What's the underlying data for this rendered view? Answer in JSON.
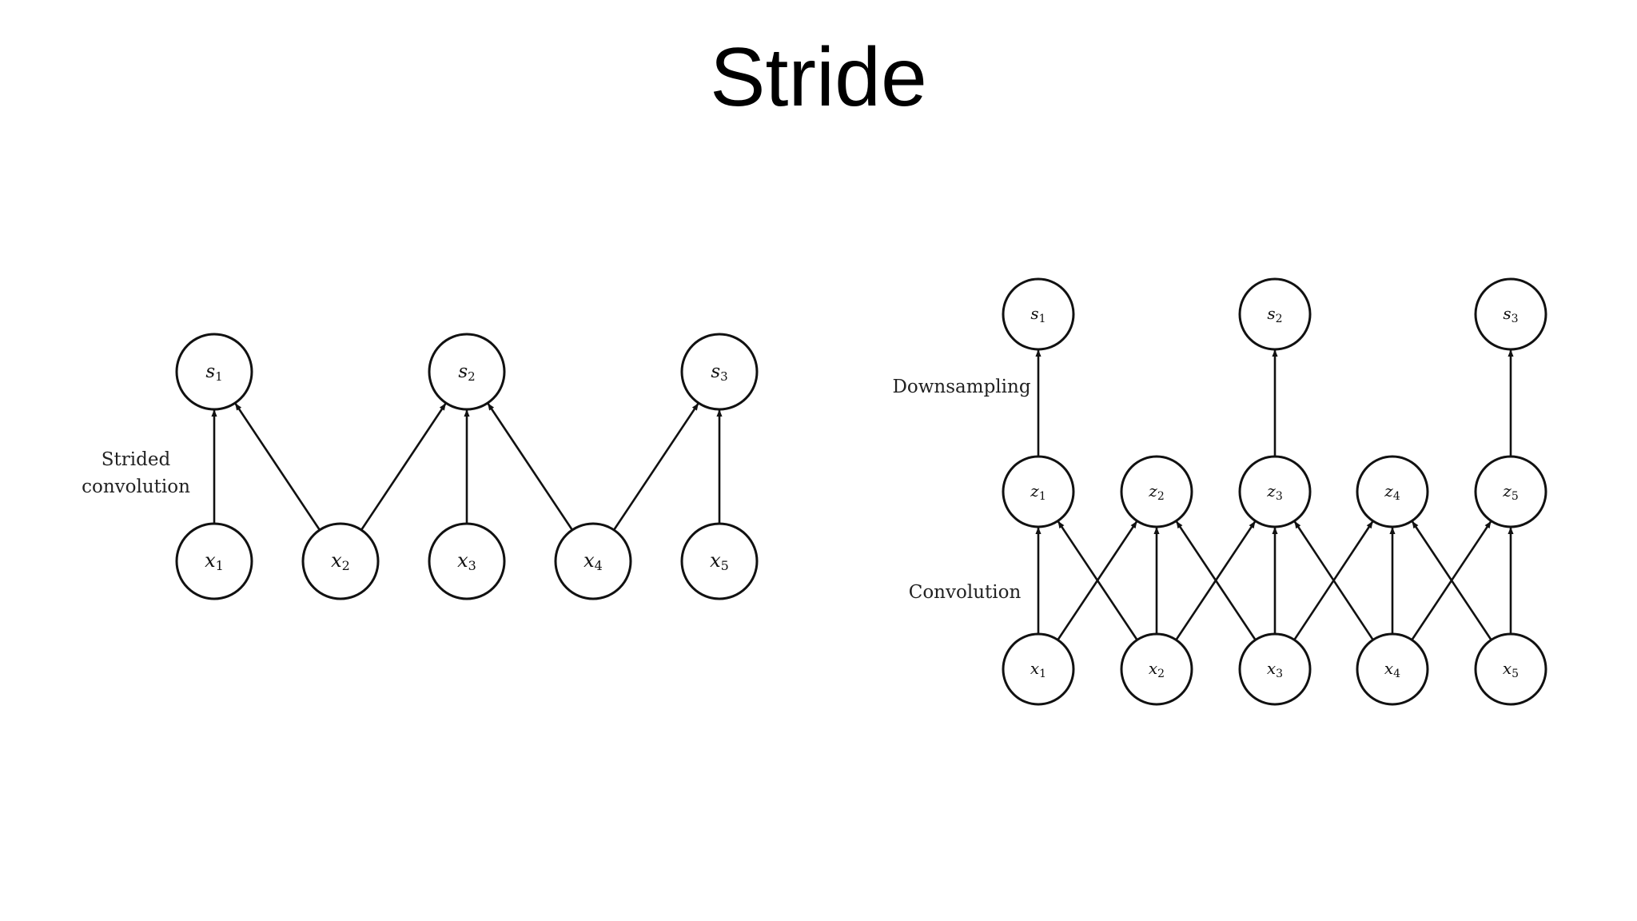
{
  "title": "Stride",
  "left_diagram": {
    "label_lines": [
      "Strided",
      "convolution"
    ],
    "outputs": [
      {
        "var": "s",
        "sub": "1"
      },
      {
        "var": "s",
        "sub": "2"
      },
      {
        "var": "s",
        "sub": "3"
      }
    ],
    "inputs": [
      {
        "var": "x",
        "sub": "1"
      },
      {
        "var": "x",
        "sub": "2"
      },
      {
        "var": "x",
        "sub": "3"
      },
      {
        "var": "x",
        "sub": "4"
      },
      {
        "var": "x",
        "sub": "5"
      }
    ]
  },
  "right_diagram": {
    "top_label": "Downsampling",
    "bottom_label": "Convolution",
    "outputs": [
      {
        "var": "s",
        "sub": "1"
      },
      {
        "var": "s",
        "sub": "2"
      },
      {
        "var": "s",
        "sub": "3"
      }
    ],
    "middle": [
      {
        "var": "z",
        "sub": "1"
      },
      {
        "var": "z",
        "sub": "2"
      },
      {
        "var": "z",
        "sub": "3"
      },
      {
        "var": "z",
        "sub": "4"
      },
      {
        "var": "z",
        "sub": "5"
      }
    ],
    "inputs": [
      {
        "var": "x",
        "sub": "1"
      },
      {
        "var": "x",
        "sub": "2"
      },
      {
        "var": "x",
        "sub": "3"
      },
      {
        "var": "x",
        "sub": "4"
      },
      {
        "var": "x",
        "sub": "5"
      }
    ]
  }
}
